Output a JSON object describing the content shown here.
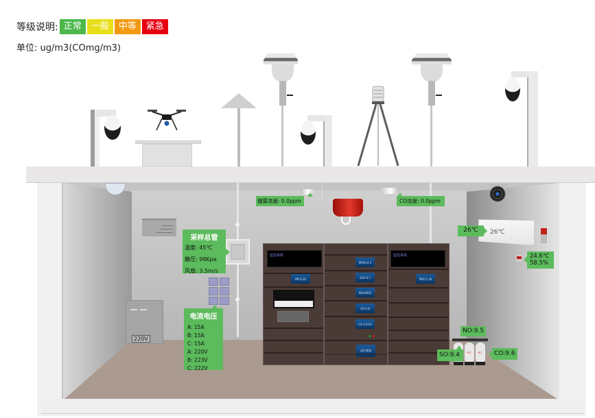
{
  "legend": {
    "title": "等级说明:",
    "levels": [
      {
        "label": "正常",
        "color": "#4cb84c"
      },
      {
        "label": "一般",
        "color": "#e8df1a"
      },
      {
        "label": "中等",
        "color": "#f39a12"
      },
      {
        "label": "紧急",
        "color": "#e60012"
      }
    ],
    "unit": "单位: ug/m3(COmg/m3)"
  },
  "sampling_main_pipe": {
    "title": "采样总管",
    "temperature": "温度: 45℃",
    "static_pressure": "静压: 98Kpa",
    "fan": "风扇: 3.5m/s"
  },
  "current_voltage": {
    "title": "电流电压",
    "rows": [
      "A: 15A",
      "B: 15A",
      "C: 15A",
      "A: 220V",
      "B: 223V",
      "C: 222V"
    ]
  },
  "smoke_sensor": {
    "label": "烟雾浓度: 0.0ppm"
  },
  "co_sensor": {
    "label": "CO浓度: 0.0ppm"
  },
  "air_conditioner": {
    "setpoint_tag": "26℃",
    "display": "26℃"
  },
  "temp_humidity": {
    "temperature": "24.6℃",
    "humidity": "58.5%"
  },
  "gas_cylinders": {
    "no": "NO:9.5",
    "so": "SO:9.4",
    "co": "CO:9.6"
  },
  "ups": {
    "label": "220V"
  },
  "cabinets": {
    "left_brand": "监控系统",
    "right_brand": "监控系统",
    "left_panel": "PM 0.26",
    "right_panel": "PM2.5 26",
    "middle_panels": [
      "PM10 0.5",
      "SO2 0.7",
      "NOx/NO2",
      "O3 0.8",
      "CO 0.01%",
      "运行状态"
    ]
  },
  "colors": {
    "tag_green": "#5cbb5c",
    "cabinet": "#4a3b37",
    "floor": "#ab9a90",
    "alarm_red": "#cc1a10"
  }
}
